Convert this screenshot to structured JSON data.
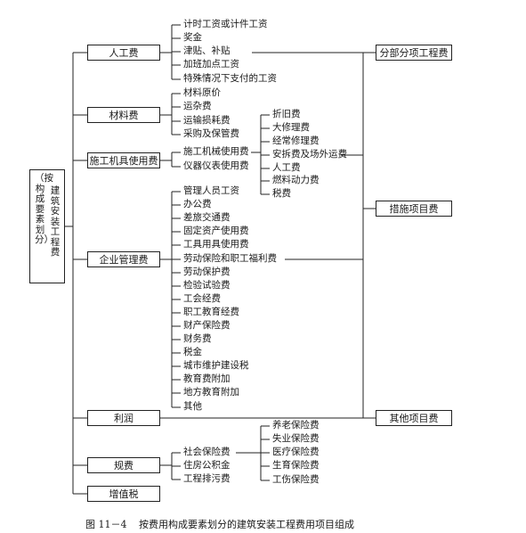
{
  "root": {
    "col1": "（按构成要素划分）",
    "col2": "建筑安装工程费"
  },
  "categories": {
    "labor": "人工费",
    "material": "材料费",
    "machinery": "施工机具使用费",
    "management": "企业管理费",
    "profit": "利润",
    "fees": "规费",
    "vat": "增值税"
  },
  "labor_items": [
    "计时工资或计件工资",
    "奖金",
    "津贴、补贴",
    "加班加点工资",
    "特殊情况下支付的工资"
  ],
  "material_items": [
    "材料原价",
    "运杂费",
    "运输损耗费",
    "采购及保管费"
  ],
  "machinery_items": [
    "施工机械使用费",
    "仪器仪表使用费"
  ],
  "machine_cost_items": [
    "折旧费",
    "大修理费",
    "经常修理费",
    "安拆费及场外运费",
    "人工费",
    "燃料动力费",
    "税费"
  ],
  "management_items": [
    "管理人员工资",
    "办公费",
    "差旅交通费",
    "固定资产使用费",
    "工具用具使用费",
    "劳动保险和职工福利费",
    "劳动保护费",
    "检验试验费",
    "工会经费",
    "职工教育经费",
    "财产保险费",
    "财务费",
    "税金",
    "城市维护建设税",
    "教育费附加",
    "地方教育附加",
    "其他"
  ],
  "fee_items": [
    "社会保险费",
    "住房公积金",
    "工程排污费"
  ],
  "insurance_items": [
    "养老保险费",
    "失业保险费",
    "医疗保险费",
    "生育保险费",
    "工伤保险费"
  ],
  "right_boxes": {
    "subdivision": "分部分项工程费",
    "measures": "措施项目费",
    "other": "其他项目费"
  },
  "caption": {
    "number": "图 11－4",
    "text": "按费用构成要素划分的建筑安装工程费用项目组成"
  }
}
